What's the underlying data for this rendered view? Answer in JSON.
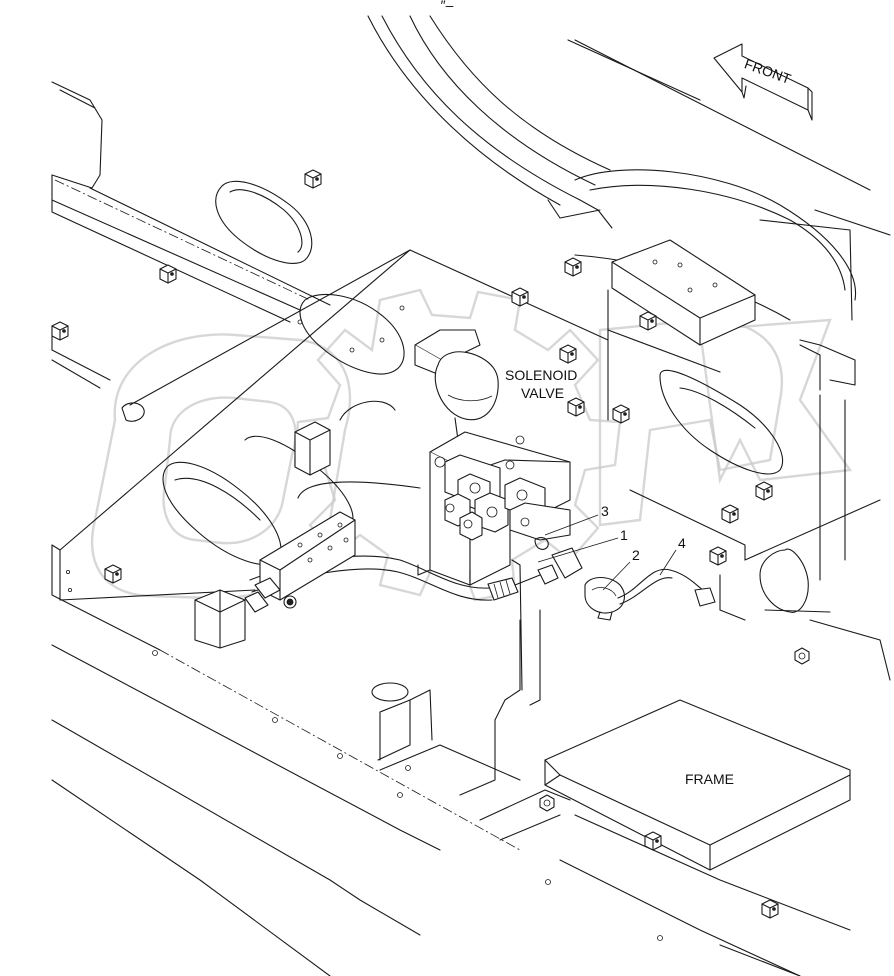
{
  "labels": {
    "front": "FRONT",
    "solenoid_line1": "SOLENOID",
    "solenoid_line2": "VALVE",
    "frame": "FRAME"
  },
  "callouts": [
    "1",
    "2",
    "3",
    "4"
  ],
  "header_mark": "″‒",
  "watermark_text": "OPEX"
}
